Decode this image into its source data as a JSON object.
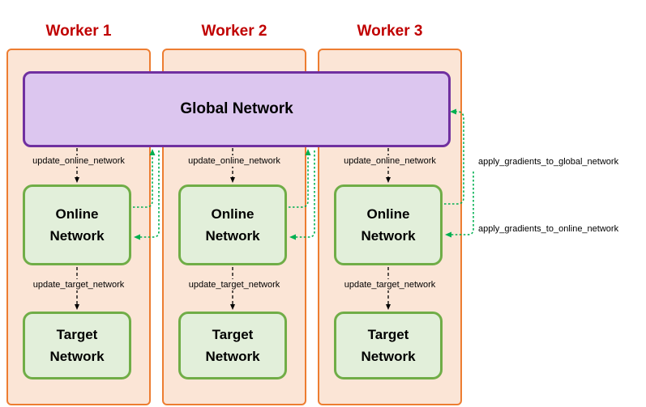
{
  "workers": [
    {
      "title": "Worker 1"
    },
    {
      "title": "Worker 2"
    },
    {
      "title": "Worker 3"
    }
  ],
  "global_network": {
    "label": "Global Network"
  },
  "network_boxes": {
    "online": "Online Network",
    "target": "Target Network"
  },
  "edge_labels": {
    "update_online": "update_online_network",
    "update_target": "update_target_network",
    "apply_gradients_global": "apply_gradients_to_global_network",
    "apply_gradients_online": "apply_gradients_to_online_network"
  },
  "colors": {
    "worker_fill": "#FBE5D6",
    "worker_border": "#ED7D31",
    "worker_title": "#C00000",
    "global_fill": "#DCC6EF",
    "global_border": "#7030A0",
    "network_fill": "#E2EFDA",
    "network_border": "#70AD47",
    "gradient_arrow_green": "#00B050",
    "update_arrow_black": "#000000"
  }
}
